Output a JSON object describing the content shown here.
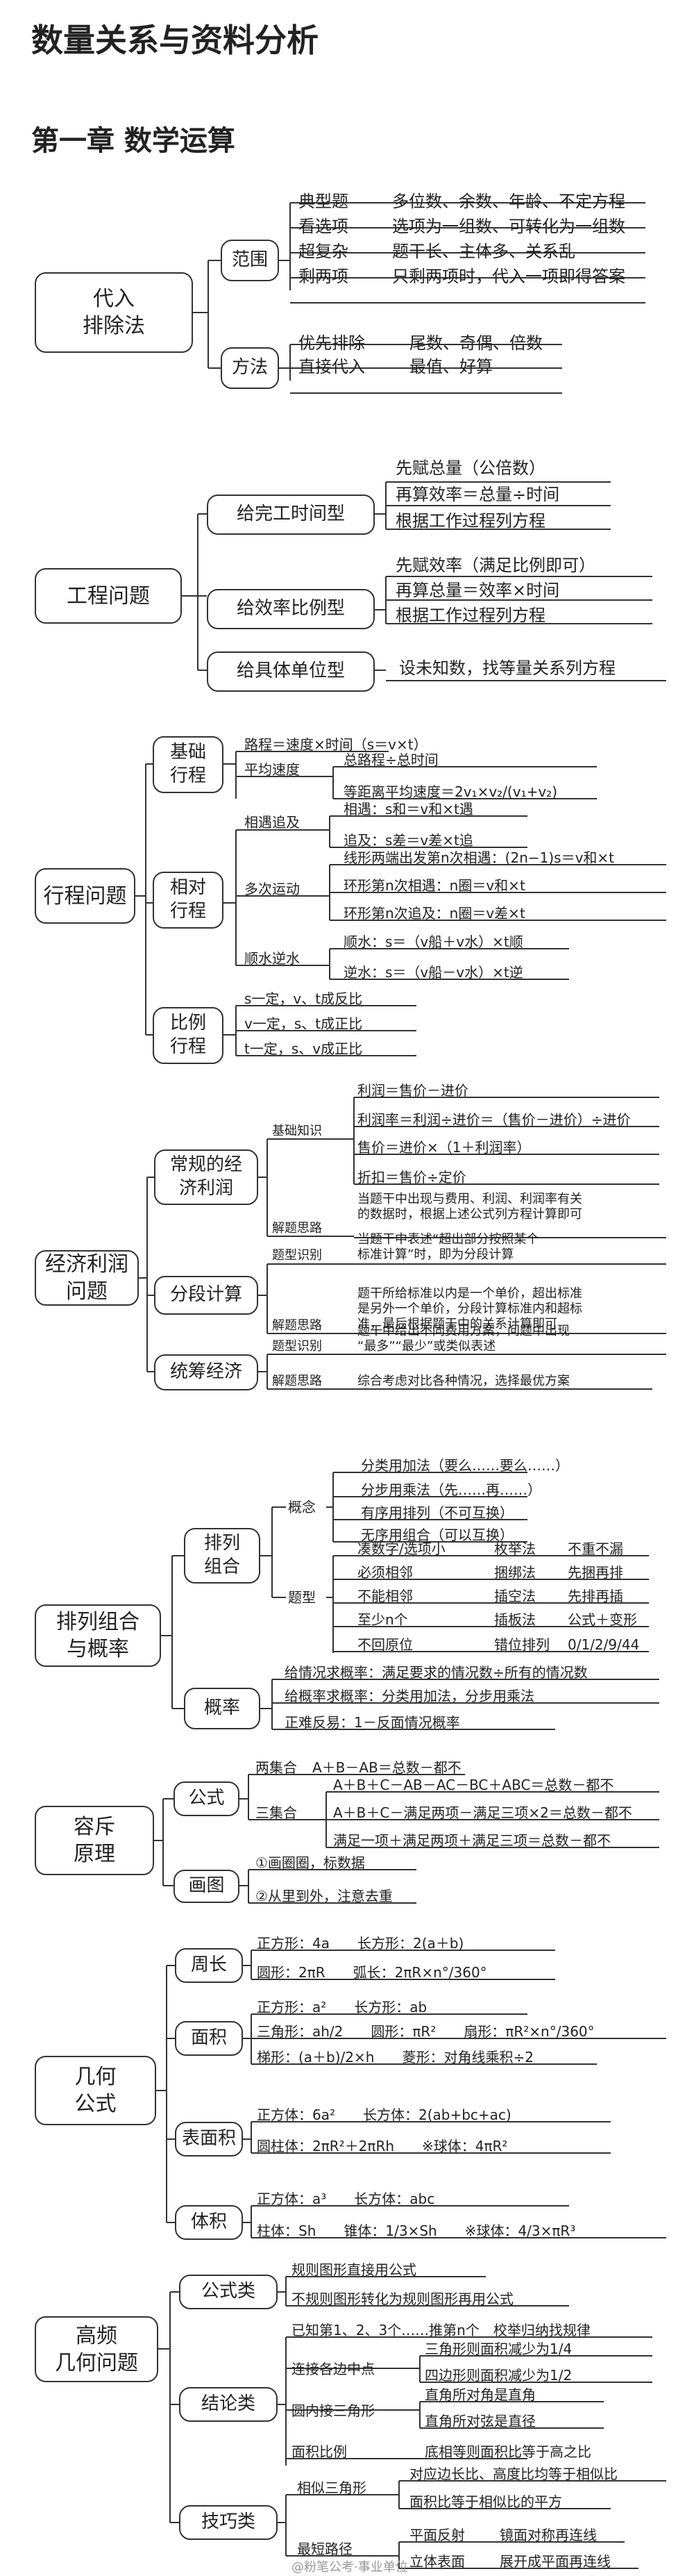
{
  "title": "数量关系与资料分析",
  "chapter": "第一章 数学运算",
  "s1": {
    "root": "代入\n排除法",
    "fanwei": "范围",
    "fanwei_items": [
      [
        "典型题",
        "多位数、余数、年龄、不定方程"
      ],
      [
        "看选项",
        "选项为一组数、可转化为一组数"
      ],
      [
        "超复杂",
        "题干长、主体多、关系乱"
      ],
      [
        "剩两项",
        "只剩两项时，代入一项即得答案"
      ]
    ],
    "fangfa": "方法",
    "fangfa_items": [
      [
        "优先排除",
        "尾数、奇偶、倍数"
      ],
      [
        "直接代入",
        "最值、好算"
      ]
    ]
  },
  "s2": {
    "root": "工程问题",
    "b1": "给完工时间型",
    "b1_items": [
      "先赋总量（公倍数）",
      "再算效率＝总量÷时间",
      "根据工作过程列方程"
    ],
    "b2": "给效率比例型",
    "b2_items": [
      "先赋效率（满足比例即可）",
      "再算总量＝效率×时间",
      "根据工作过程列方程"
    ],
    "b3": "给具体单位型",
    "b3_text": "设未知数，找等量关系列方程"
  },
  "s3": {
    "root": "行程问题",
    "jichu": "基础\n行程",
    "jc1": "路程＝速度×时间（s＝v×t）",
    "jc2": "平均速度",
    "jc2a": "总路程÷总时间",
    "jc2b": "等距离平均速度＝2v₁×v₂/(v₁+v₂)",
    "xiangdui": "相对\n行程",
    "xd1": "相遇追及",
    "xd1a": "相遇：s和＝v和×t遇",
    "xd1b": "追及：s差＝v差×t追",
    "xd2": "多次运动",
    "xd2a": "线形两端出发第n次相遇：(2n−1)s＝v和×t",
    "xd2b": "环形第n次相遇：n圈＝v和×t",
    "xd2c": "环形第n次追及：n圈＝v差×t",
    "xd3": "顺水逆水",
    "xd3a": "顺水：s＝（v船＋v水）×t顺",
    "xd3b": "逆水：s＝（v船－v水）×t逆",
    "bili": "比例\n行程",
    "bl": [
      "s一定，v、t成反比",
      "v一定，s、t成正比",
      "t一定，s、v成正比"
    ]
  },
  "s4": {
    "root": "经济利润\n问题",
    "b1": "常规的经\n济利润",
    "jczs": "基础知识",
    "jczs_items": [
      "利润＝售价－进价",
      "利润率＝利润÷进价＝（售价－进价）÷进价",
      "售价＝进价×（1＋利润率）",
      "折扣＝售价÷定价"
    ],
    "jtsl": "解题思路",
    "b1_jt": "当题干中出现与费用、利润、利润率有关\n的数据时，根据上述公式列方程计算即可",
    "b2": "分段计算",
    "tx": "题型识别",
    "b2_tx": "当题干中表述“超出部分按照某个\n标准计算”时，即为分段计算",
    "b2_jt": "题干所给标准以内是一个单价，超出标准\n是另外一个单价，分段计算标准内和超标\n准，最后根据题干中的关系计算即可",
    "b3": "统筹经济",
    "b3_tx": "题干中给出不同费用方案，问题中出现\n“最多”“最少”或类似表述",
    "b3_jt": "综合考虑对比各种情况，选择最优方案"
  },
  "s5": {
    "root": "排列组合\n与概率",
    "b1": "排列\n组合",
    "gn": "概念",
    "gn_items": [
      "分类用加法（要么……要么……）",
      "分步用乘法（先……再……）",
      "有序用排列（不可互换）",
      "无序用组合（可以互换）"
    ],
    "tx": "题型",
    "tx_items": [
      [
        "凑数字/选项小",
        "枚举法",
        "不重不漏"
      ],
      [
        "必须相邻",
        "捆绑法",
        "先捆再排"
      ],
      [
        "不能相邻",
        "插空法",
        "先排再插"
      ],
      [
        "至少n个",
        "插板法",
        "公式＋变形"
      ],
      [
        "不回原位",
        "错位排列",
        "0/1/2/9/44"
      ]
    ],
    "b2": "概率",
    "gl_items": [
      "给情况求概率：满足要求的情况数÷所有的情况数",
      "给概率求概率：分类用加法，分步用乘法",
      "正难反易：1－反面情况概率"
    ]
  },
  "s6": {
    "root": "容斥\n原理",
    "gs": "公式",
    "two": "两集合",
    "two_f": "A＋B－AB＝总数－都不",
    "three": "三集合",
    "three_f": [
      "A＋B＋C－AB－AC－BC＋ABC＝总数－都不",
      "A＋B＋C－满足两项－满足三项×2＝总数－都不",
      "满足一项＋满足两项＋满足三项＝总数－都不"
    ],
    "ht": "画图",
    "ht_items": [
      "①画圈圈，标数据",
      "②从里到外，注意去重"
    ]
  },
  "s7": {
    "root": "几何\n公式",
    "zc": "周长",
    "zc_items": [
      "正方形：4a　　长方形：2(a＋b)",
      "圆形：2πR　　弧长：2πR×n°/360°"
    ],
    "mj": "面积",
    "mj_items": [
      "正方形：a²　　长方形：ab",
      "三角形：ah/2　　圆形：πR²　　扇形：πR²×n°/360°",
      "梯形：(a＋b)/2×h　　菱形：对角线乘积÷2"
    ],
    "bmj": "表面积",
    "bmj_items": [
      "正方体：6a²　　长方体：2(ab+bc+ac)",
      "圆柱体：2πR²＋2πRh　　※球体：4πR²"
    ],
    "tj": "体积",
    "tj_items": [
      "正方体：a³　　长方体：abc",
      "柱体：Sh　　锥体：1/3×Sh　　※球体：4/3×πR³"
    ]
  },
  "s8": {
    "root": "高频\n几何问题",
    "gsl": "公式类",
    "gsl_items": [
      "规则图形直接用公式",
      "不规则图形转化为规则图形再用公式"
    ],
    "jll": "结论类",
    "jll_0": "已知第1、2、3个……推第n个　校举归纳找规律",
    "jll_a": "连接各边中点",
    "jll_a_items": [
      "三角形则面积减少为1/4",
      "四边形则面积减少为1/2"
    ],
    "jll_b": "圆内接三角形",
    "jll_b_items": [
      "直角所对角是直角",
      "直角所对弦是直径"
    ],
    "jll_c": "面积比例",
    "jll_c_text": "底相等则面积比等于高之比",
    "jql": "技巧类",
    "jql_a": "相似三角形",
    "jql_a_items": [
      "对应边长比、高度比均等于相似比",
      "面积比等于相似比的平方"
    ],
    "jql_b": "最短路径",
    "jql_b_items": [
      [
        "平面反射",
        "镜面对称再连线"
      ],
      [
        "立体表面",
        "展开成平面再连线"
      ]
    ]
  },
  "watermark": "@粉笔公考·事业单位"
}
